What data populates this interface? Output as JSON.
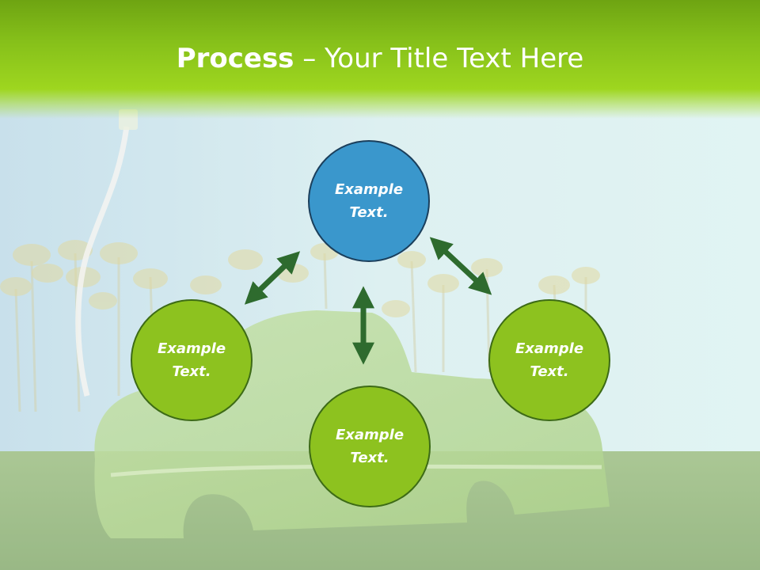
{
  "slide": {
    "title_bold": "Process",
    "title_rest": " – Your Title Text Here"
  },
  "diagram": {
    "nodes": [
      {
        "id": "top",
        "label": "Example Text.",
        "color": "#3a97cc"
      },
      {
        "id": "left",
        "label": "Example Text.",
        "color": "#8dc21f"
      },
      {
        "id": "bottom",
        "label": "Example Text.",
        "color": "#8dc21f"
      },
      {
        "id": "right",
        "label": "Example Text.",
        "color": "#8dc21f"
      }
    ],
    "connectors": [
      {
        "from": "top",
        "to": "left",
        "style": "double-arrow"
      },
      {
        "from": "top",
        "to": "right",
        "style": "double-arrow"
      },
      {
        "from": "top",
        "to": "bottom",
        "style": "double-arrow"
      }
    ],
    "arrow_color": "#2e6b2e"
  }
}
